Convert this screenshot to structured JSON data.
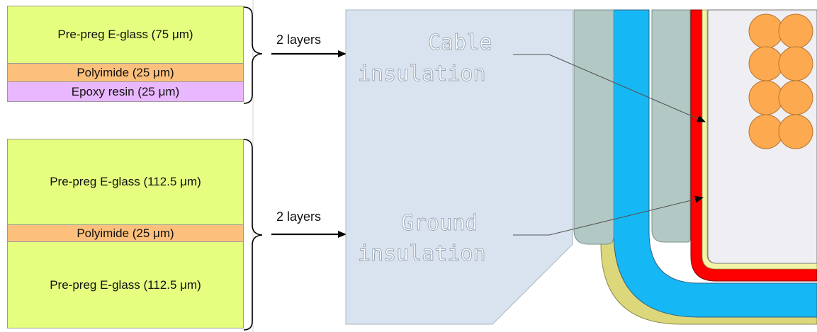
{
  "stack_top": {
    "layers": [
      {
        "text": "Pre-preg E-glass (75 μm)",
        "color": "#e5fe7f"
      },
      {
        "text": "Polyimide (25 μm)",
        "color": "#fdc07c"
      },
      {
        "text": "Epoxy resin (25 μm)",
        "color": "#e9b7fd"
      }
    ],
    "multiplier": "2 layers"
  },
  "stack_bottom": {
    "layers": [
      {
        "text": "Pre-preg E-glass (112.5 μm)",
        "color": "#e5fe7f"
      },
      {
        "text": "Polyimide (25 μm)",
        "color": "#fdc07c"
      },
      {
        "text": "Pre-preg E-glass (112.5 μm)",
        "color": "#e5fe7f"
      }
    ],
    "multiplier": "2 layers"
  },
  "cross_section": {
    "cable_insulation_label": [
      "Cable",
      "insulation"
    ],
    "ground_insulation_label": [
      "Ground",
      "insulation"
    ],
    "colors": {
      "pole": "#d8e3ef",
      "ground_layers": "#b2c8c4",
      "ground_blue": "#15b8f4",
      "outer_wrap": "#dcd77a",
      "cable_red": "#ff0000",
      "cable_inner": "#f3f4a6",
      "coil": "#efeff3",
      "strand": "#fca94f"
    }
  }
}
